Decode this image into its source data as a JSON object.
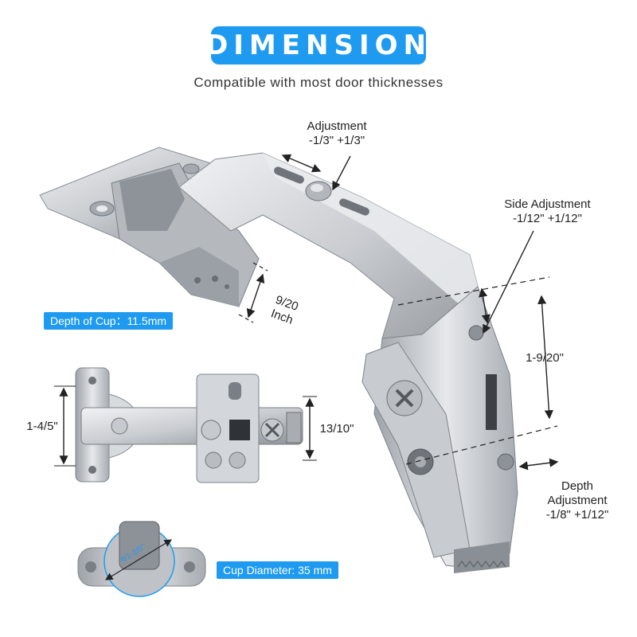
{
  "header": {
    "title": "DIMENSION",
    "subtitle": "Compatible with most door thicknesses"
  },
  "callouts": {
    "adjustment": {
      "title": "Adjustment",
      "range": "-1/3\" +1/3\""
    },
    "side_adjustment": {
      "title": "Side Adjustment",
      "range": "-1/12\" +1/12\""
    },
    "depth_adjustment": {
      "title_line1": "Depth",
      "title_line2": "Adjustment",
      "range": "-1/8\" +1/12\""
    },
    "cup_depth_inch": {
      "line1": "9/20",
      "line2": "Inch"
    },
    "hinge_offset": "1-9/20\"",
    "depth_of_cup": "Depth of Cup：11.5mm",
    "plate_height": "1-4/5\"",
    "arm_height": "13/10\"",
    "cup_diameter_mark": "Φ1-2/5\"",
    "cup_diameter": "Cup Diameter: 35 mm"
  },
  "colors": {
    "accent": "#1e9bf0",
    "metal_light": "#e2e4e7",
    "metal_mid": "#b7bbc0",
    "metal_dark": "#7d8288"
  }
}
